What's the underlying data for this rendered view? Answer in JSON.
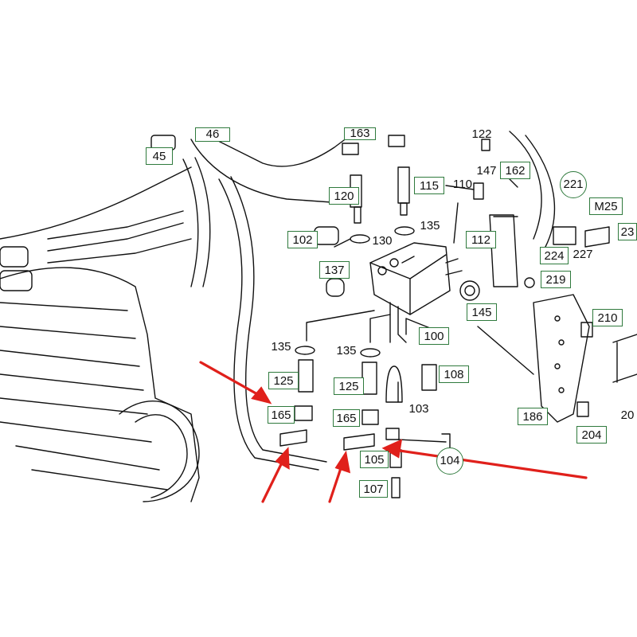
{
  "diagram": {
    "labels": {
      "l45": "45",
      "l46": "46",
      "l163": "163",
      "l122": "122",
      "l147": "147",
      "l162": "162",
      "l221": "221",
      "lM25": "M25",
      "l115": "115",
      "l110": "110",
      "l120": "120",
      "l135a": "135",
      "l102": "102",
      "l130": "130",
      "l112": "112",
      "l224": "224",
      "l227": "227",
      "l23": "23",
      "l137": "137",
      "l219": "219",
      "l145": "145",
      "l210": "210",
      "l100": "100",
      "l135b": "135",
      "l135c": "135",
      "l108": "108",
      "l125a": "125",
      "l125b": "125",
      "l103": "103",
      "l186": "186",
      "l165a": "165",
      "l165b": "165",
      "l204": "204",
      "l20": "20",
      "l105": "105",
      "l104": "104",
      "l107": "107"
    },
    "colors": {
      "outline": "#111111",
      "label_border": "#2f7a3d",
      "arrow": "#e0201b"
    }
  }
}
